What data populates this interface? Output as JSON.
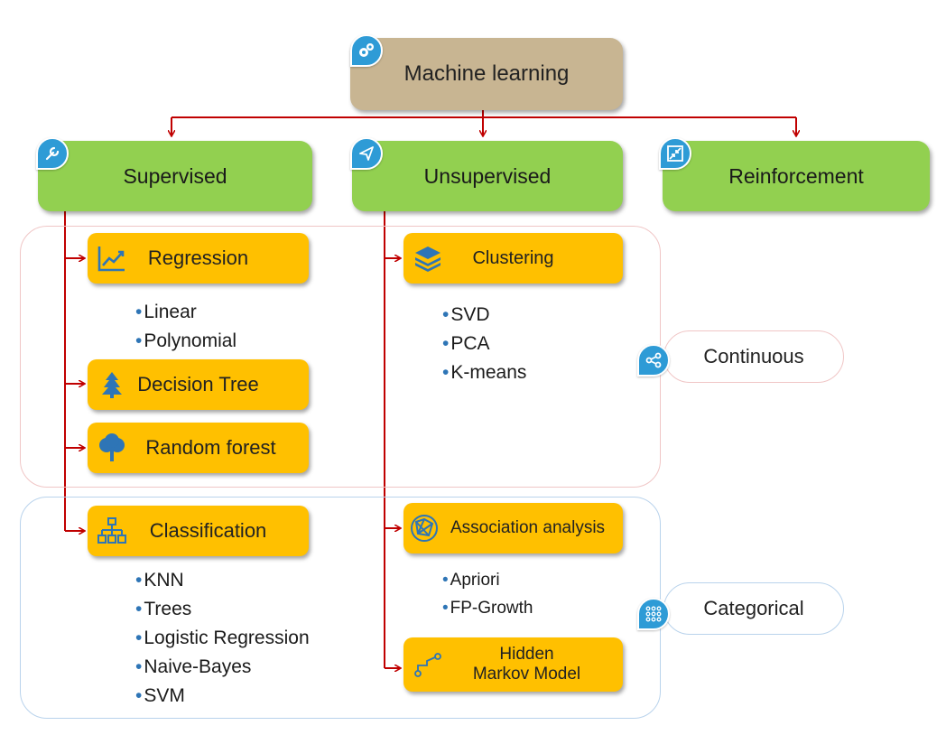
{
  "root": {
    "label": "Machine learning",
    "icon": "gears-icon"
  },
  "categories": [
    {
      "label": "Supervised",
      "icon": "wrench-icon"
    },
    {
      "label": "Unsupervised",
      "icon": "paper-plane-icon"
    },
    {
      "label": "Reinforcement",
      "icon": "collapse-arrows-icon"
    }
  ],
  "supervised": {
    "regression": {
      "label": "Regression",
      "icon": "line-chart-icon",
      "items": [
        "Linear",
        "Polynomial"
      ]
    },
    "decision_tree": {
      "label": "Decision Tree",
      "icon": "pine-tree-icon"
    },
    "random_forest": {
      "label": "Random forest",
      "icon": "tree-icon"
    },
    "classification": {
      "label": "Classification",
      "icon": "hierarchy-icon",
      "items": [
        "KNN",
        "Trees",
        "Logistic Regression",
        "Naive-Bayes",
        "SVM"
      ]
    }
  },
  "unsupervised": {
    "clustering": {
      "label": "Clustering",
      "icon": "layers-icon",
      "items": [
        "SVD",
        "PCA",
        "K-means"
      ]
    },
    "association": {
      "label": "Association analysis",
      "icon": "network-globe-icon",
      "items": [
        "Apriori",
        "FP-Growth"
      ]
    },
    "hmm": {
      "label_line1": "Hidden",
      "label_line2": "Markov Model",
      "icon": "path-nodes-icon"
    }
  },
  "groups": {
    "continuous": {
      "label": "Continuous",
      "icon": "share-icon"
    },
    "categorical": {
      "label": "Categorical",
      "icon": "dot-grid-icon"
    }
  },
  "colors": {
    "root": "#c8b592",
    "category": "#92d050",
    "sub": "#ffc000",
    "connector": "#c00000",
    "icon": "#2e9bd6",
    "bullet": "#2e75b6"
  }
}
